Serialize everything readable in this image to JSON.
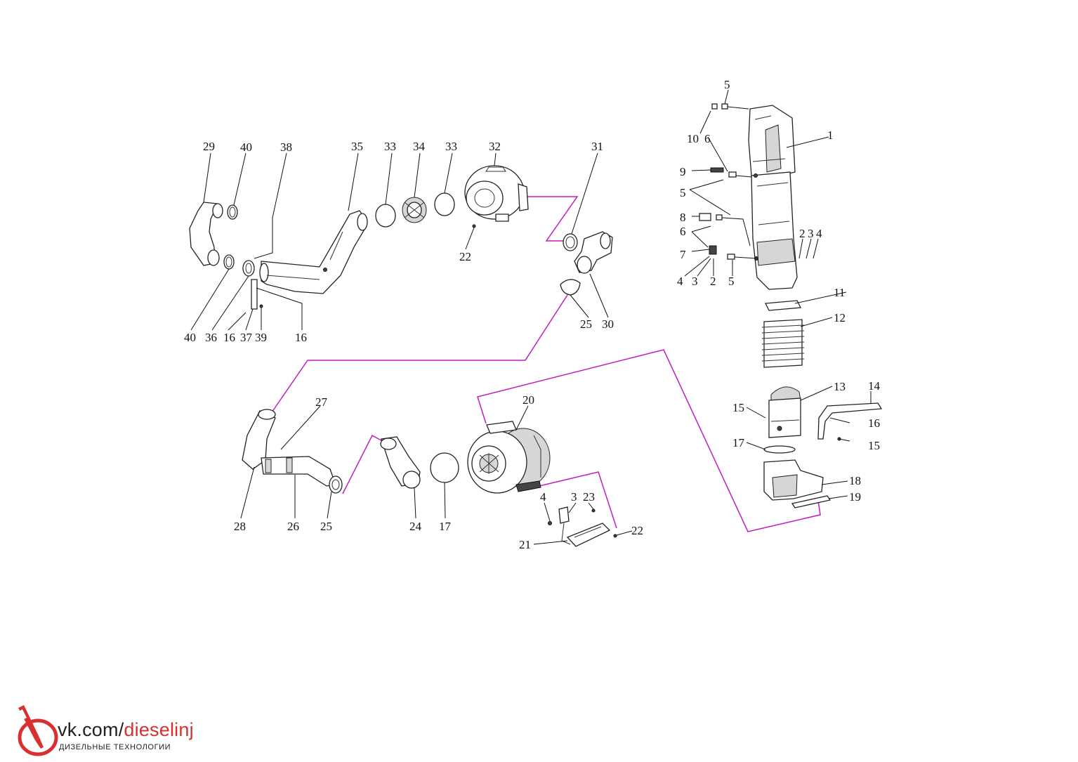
{
  "diagram": {
    "labels": {
      "l1": "1",
      "l2": "2",
      "l3": "3",
      "l4": "4",
      "l5": "5",
      "l6": "6",
      "l7": "7",
      "l8": "8",
      "l9": "9",
      "l10": "10",
      "l11": "11",
      "l12": "12",
      "l13": "13",
      "l14": "14",
      "l15": "15",
      "l16": "16",
      "l17": "17",
      "l18": "18",
      "l19": "19",
      "l20": "20",
      "l21": "21",
      "l22": "22",
      "l23": "23",
      "l24": "24",
      "l25": "25",
      "l26": "26",
      "l27": "27",
      "l28": "28",
      "l29": "29",
      "l30": "30",
      "l31": "31",
      "l32": "32",
      "l33": "33",
      "l34": "34",
      "l35": "35",
      "l36": "36",
      "l37": "37",
      "l38": "38",
      "l39": "39",
      "l40": "40"
    },
    "link_color": "#c21bc2"
  },
  "watermark": {
    "url_prefix": "vk.com/",
    "url_name": "dieselinj",
    "subtitle": "ДИЗЕЛЬНЫЕ ТЕХНОЛОГИИ",
    "icon": "injector-logo-icon",
    "accent": "#d82f2f"
  }
}
